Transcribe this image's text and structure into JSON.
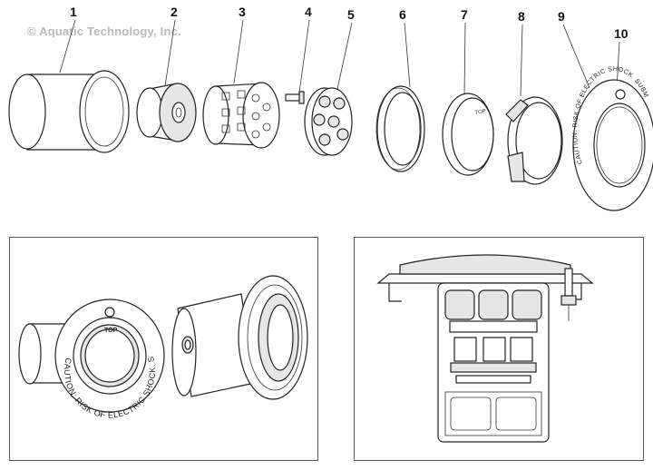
{
  "copyright": "© Aquatic Technology, Inc.",
  "callouts": [
    "1",
    "2",
    "3",
    "4",
    "5",
    "6",
    "7",
    "8",
    "9",
    "10"
  ],
  "ring_warning": "CAUTION: RISK OF ELECTRIC SHOCK. SUBMERSE BEFORE LIGHTING",
  "ring_top_label": "TOP",
  "lens_label": "TOP",
  "colors": {
    "line": "#222222",
    "shade": "#e6e6e6",
    "watermark": "#b9b9b9",
    "panel_border": "#555555"
  }
}
